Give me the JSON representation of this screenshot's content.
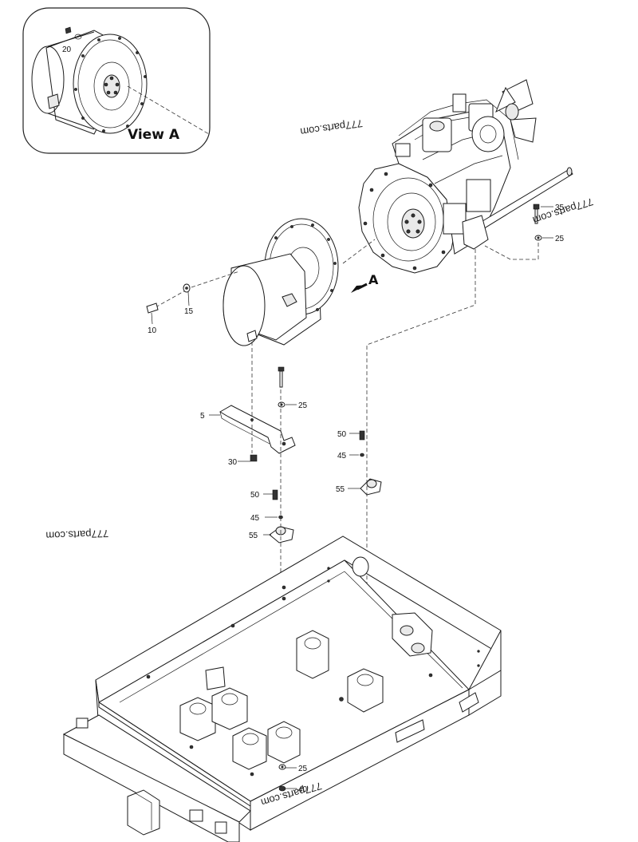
{
  "view_a": {
    "title": "View A",
    "part_label": "20"
  },
  "arrow_label": "A",
  "watermarks": [
    "777parts.com",
    "777parts.com",
    "777parts.com",
    "777parts.com"
  ],
  "callouts": {
    "p35": "35",
    "p25_top": "25",
    "p15": "15",
    "p10": "10",
    "p25_mid": "25",
    "p5": "5",
    "p30": "30",
    "p50_right": "50",
    "p45_right": "45",
    "p55_right": "55",
    "p50_left": "50",
    "p45_left": "45",
    "p55_left": "55",
    "p25_bottom": "25",
    "p40": "40"
  }
}
